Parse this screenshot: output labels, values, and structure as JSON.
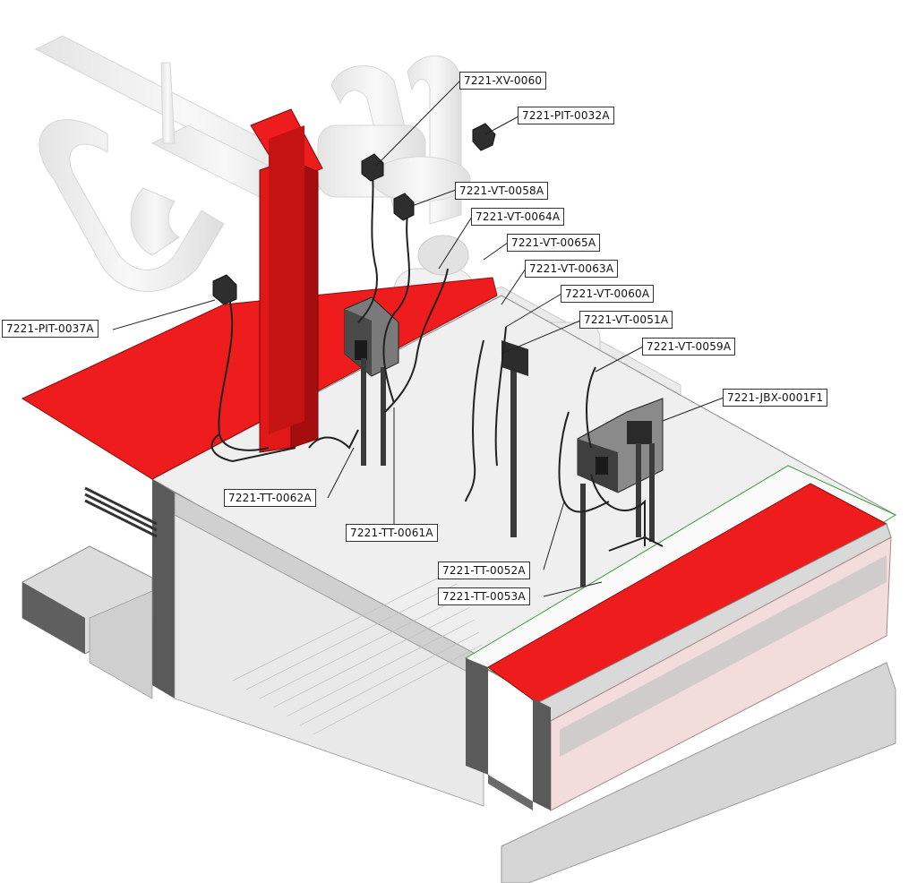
{
  "tags": [
    {
      "id": "xv0060",
      "text": "7221-XV-0060"
    },
    {
      "id": "pit0032a",
      "text": "7221-PIT-0032A"
    },
    {
      "id": "vt0058a",
      "text": "7221-VT-0058A"
    },
    {
      "id": "vt0064a",
      "text": "7221-VT-0064A"
    },
    {
      "id": "vt0065a",
      "text": "7221-VT-0065A"
    },
    {
      "id": "vt0063a",
      "text": "7221-VT-0063A"
    },
    {
      "id": "vt0060a",
      "text": "7221-VT-0060A"
    },
    {
      "id": "vt0051a",
      "text": "7221-VT-0051A"
    },
    {
      "id": "vt0059a",
      "text": "7221-VT-0059A"
    },
    {
      "id": "jbx0001f1",
      "text": "7221-JBX-0001F1"
    },
    {
      "id": "pit0037a",
      "text": "7221-PIT-0037A"
    },
    {
      "id": "tt0062a",
      "text": "7221-TT-0062A"
    },
    {
      "id": "tt0061a",
      "text": "7221-TT-0061A"
    },
    {
      "id": "tt0052a",
      "text": "7221-TT-0052A"
    },
    {
      "id": "tt0053a",
      "text": "7221-TT-0053A"
    }
  ],
  "colors": {
    "highlight_red": "#ee1c1c",
    "dark_red": "#a40e0e",
    "concrete_light": "#e6e6e6",
    "concrete_mid": "#c9c9c9",
    "concrete_dark": "#595959",
    "ghost_pipe": "#d9d9d9",
    "equipment_dark": "#2f2f2f",
    "pink_panel": "#f2dcdc",
    "edge_green": "#3a9a3a"
  },
  "icons": [
    "instrument-transmitter-icon",
    "junction-box-icon",
    "valve-icon"
  ]
}
